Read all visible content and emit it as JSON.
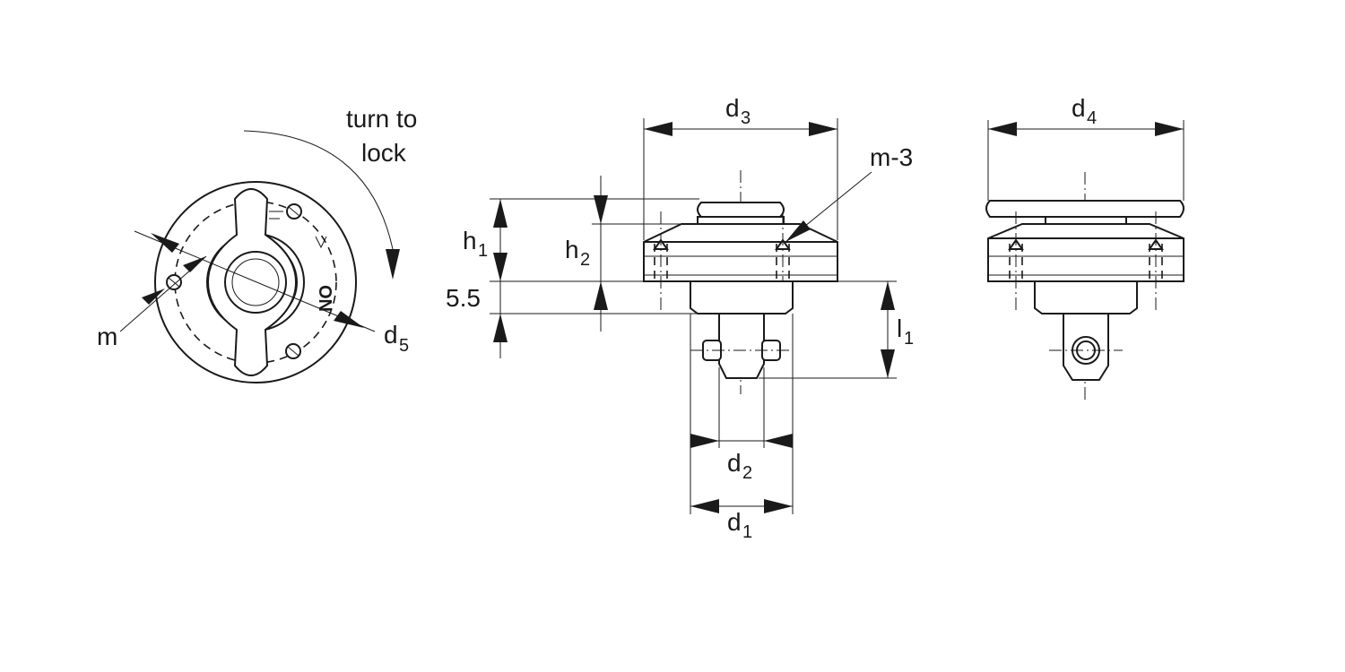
{
  "top_view": {
    "rotation_hint_line1": "turn to",
    "rotation_hint_line2": "lock",
    "lock_marking": "ON",
    "label_m": "m",
    "label_d5": "d",
    "label_d5_sub": "5"
  },
  "side_view": {
    "label_d3": "d",
    "label_d3_sub": "3",
    "label_m3": "m-3",
    "label_h1": "h",
    "label_h1_sub": "1",
    "label_h2": "h",
    "label_h2_sub": "2",
    "label_55": "5.5",
    "label_l1": "l",
    "label_l1_sub": "1",
    "label_d2": "d",
    "label_d2_sub": "2",
    "label_d1": "d",
    "label_d1_sub": "1"
  },
  "end_view": {
    "label_d4": "d",
    "label_d4_sub": "4"
  }
}
